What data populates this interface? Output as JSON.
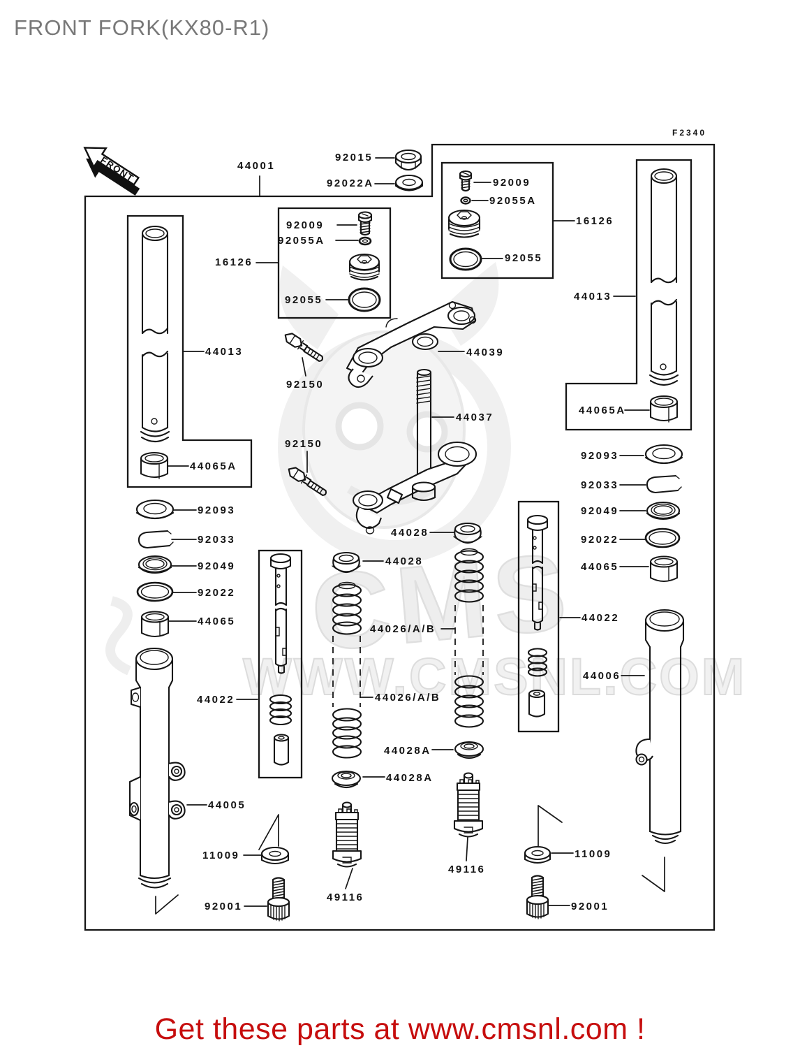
{
  "page": {
    "title": "FRONT FORK(KX80-R1)",
    "figure_code": "F2340",
    "footer": "Get these parts at www.cmsnl.com !"
  },
  "front_arrow": {
    "label": "FRONT"
  },
  "watermark": {
    "brand": "CMS",
    "url": "WWW.CMSNL.COM"
  },
  "colors": {
    "line": "#161616",
    "title_gray": "#787878",
    "footer_red": "#c60d0d",
    "watermark_gray": "#ececec"
  },
  "parts": {
    "fork_assembly": "44001",
    "nut": "92015",
    "plain_washer": "92022A",
    "plug_kit": "16126",
    "screw": "92009",
    "oring_small": "92055A",
    "oring_plug": "92055",
    "inner_tube": "44013",
    "guide_bushing": "44065A",
    "upper_clamp": "44039",
    "clamp_bolt": "92150",
    "steering_stem": "44037",
    "dust_seal": "92093",
    "snap_ring": "92033",
    "oil_seal": "92049",
    "ring": "92022",
    "slide_bushing": "44065",
    "spring_seat_upper": "44028",
    "fork_spring": "44026/A/B",
    "spring_seat_lower": "44028A",
    "damper_rod": "44022",
    "outer_tube_left": "44005",
    "outer_tube_right": "44006",
    "drain_washer": "11009",
    "drain_bolt": "92001",
    "valve_assembly": "49116"
  }
}
